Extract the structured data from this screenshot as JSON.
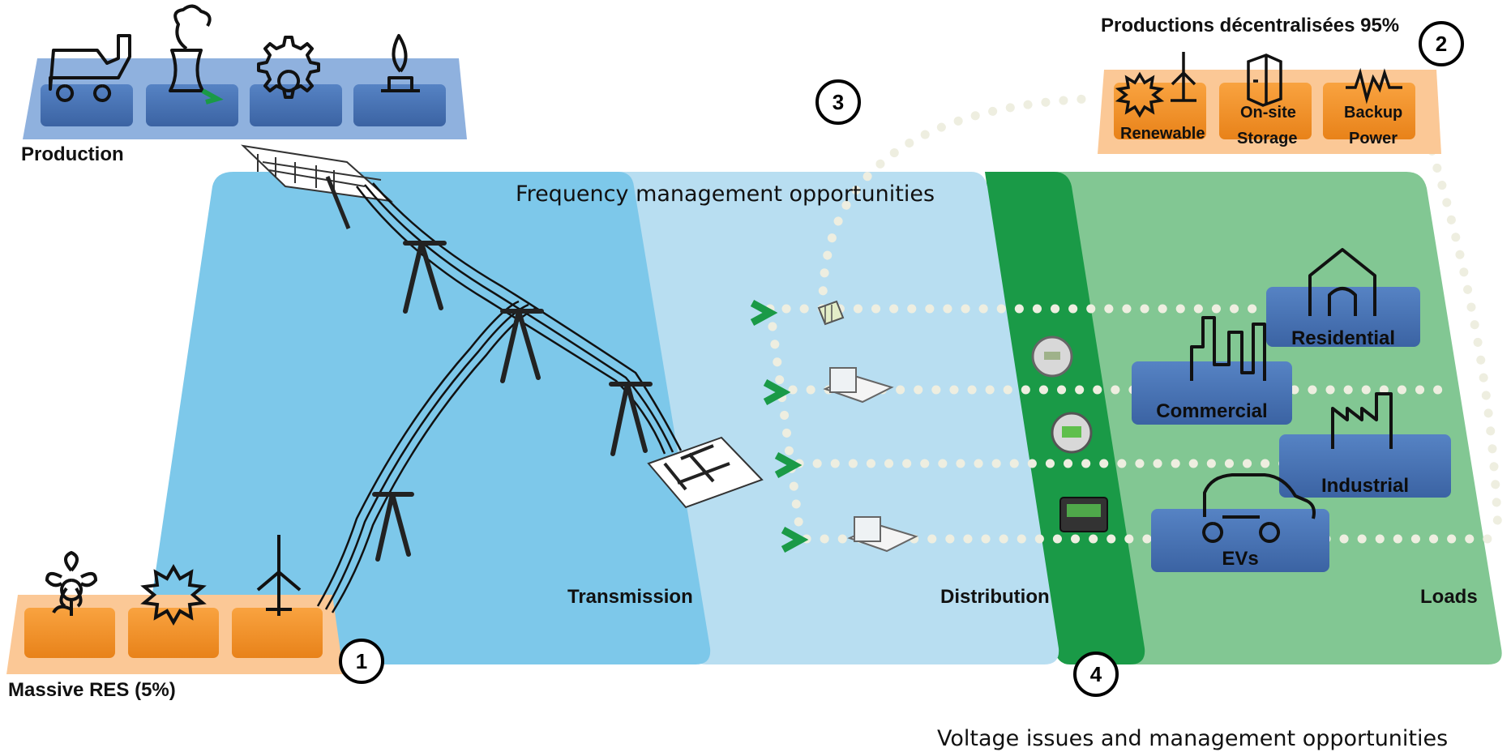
{
  "production_label": "Production",
  "massive_res_label": "Massive RES (5%)",
  "decentralized_label": "Productions décentralisées 95%",
  "frequency_label": "Frequency management opportunities",
  "voltage_label": "Voltage issues and management opportunities",
  "zones": {
    "transmission": "Transmission",
    "distribution": "Distribution",
    "loads": "Loads"
  },
  "decentral_tiles": [
    "Renewable",
    "On-site",
    "Storage",
    "Backup",
    "Power"
  ],
  "loads": {
    "residential": "Residential",
    "commercial": "Commercial",
    "industrial": "Industrial",
    "evs": "EVs"
  },
  "badges": [
    "1",
    "2",
    "3",
    "4"
  ],
  "colors": {
    "transmission_zone": "#7dc8ea",
    "distribution_zone": "#b8def1",
    "grid_edge_zone": "#1a9a47",
    "loads_zone": "#82c793",
    "production_tray": "#8fb1de",
    "blue_tile": "#4672b4",
    "orange_tile": "#f7962f",
    "orange_tray": "#fbc896",
    "arrow_green": "#1a9a47",
    "dotted_line": "#eeeee0"
  }
}
